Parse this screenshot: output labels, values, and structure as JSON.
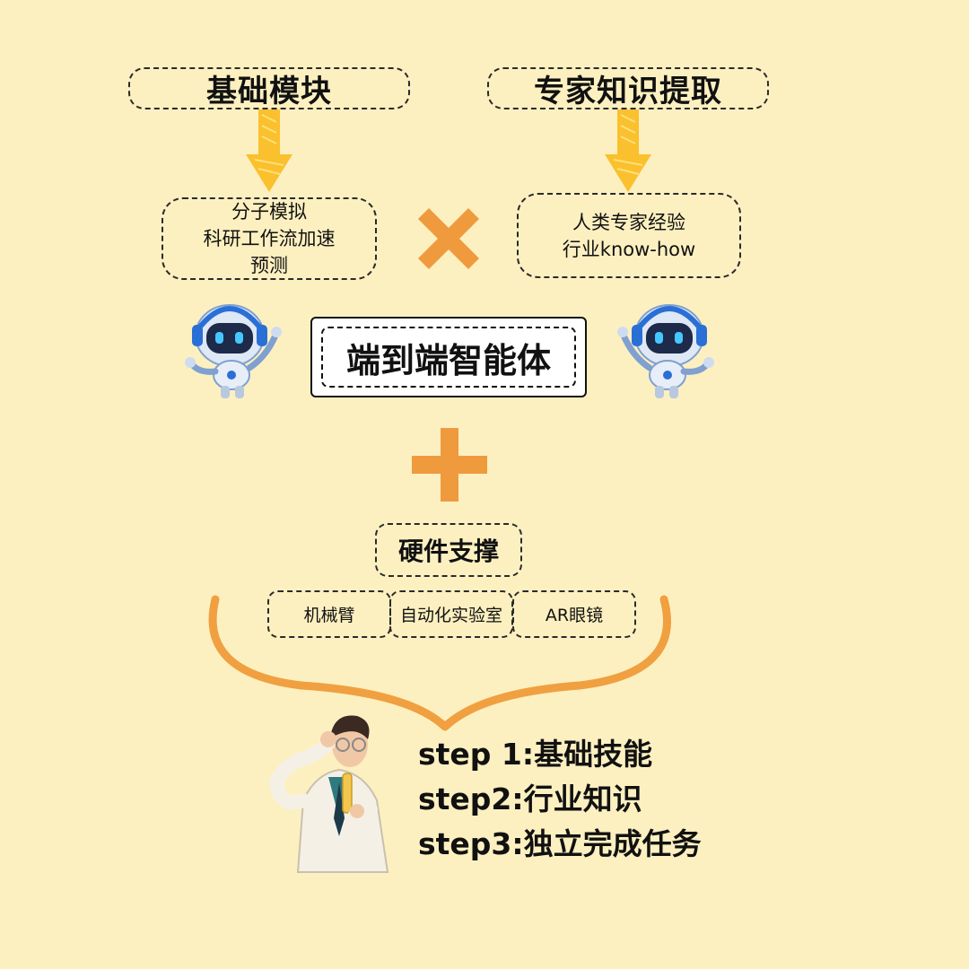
{
  "modules": {
    "left_title": "基础模块",
    "right_title": "专家知识提取",
    "left_items": [
      "分子模拟",
      "科研工作流加速",
      "预测"
    ],
    "right_items": [
      "人类专家经验",
      "行业know-how"
    ]
  },
  "center": {
    "title": "端到端智能体"
  },
  "hardware": {
    "title": "硬件支撑",
    "items": [
      "机械臂",
      "自动化实验室",
      "AR眼镜"
    ]
  },
  "steps": [
    "step 1:基础技能",
    "step2:行业知识",
    "step3:独立完成任务"
  ],
  "colors": {
    "background": "#fdf0c0",
    "arrow": "#fbc02d",
    "operator": "#f09a3e",
    "brace": "#f0a040"
  },
  "icons": {
    "times": "multiply-icon",
    "plus": "plus-icon",
    "robot": "robot-icon",
    "scientist": "scientist-icon"
  }
}
